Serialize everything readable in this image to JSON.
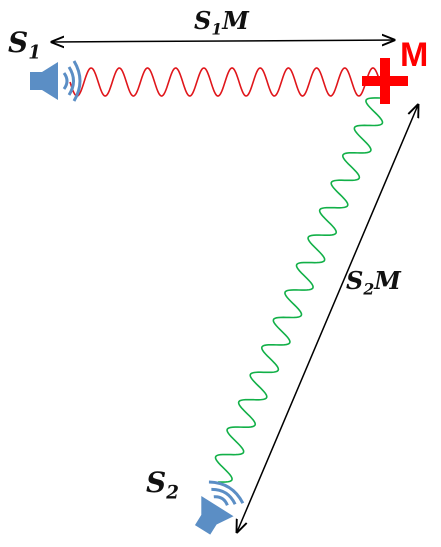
{
  "labels": {
    "source1_main": "S",
    "source1_sub": "1",
    "source2_main": "S",
    "source2_sub": "2",
    "point_m": "M",
    "dist1_main": "S",
    "dist1_sub": "1",
    "dist1_tail": "M",
    "dist2_main": "S",
    "dist2_sub": "2",
    "dist2_tail": "M"
  },
  "colors": {
    "wave1": "#e0161b",
    "wave2": "#12b048",
    "marker": "#ff0000",
    "speaker": "#5b8ec5",
    "arrow": "#000000"
  },
  "icons": {
    "source1": "speaker-icon",
    "source2": "speaker-icon",
    "point_m": "cross-marker-icon"
  }
}
